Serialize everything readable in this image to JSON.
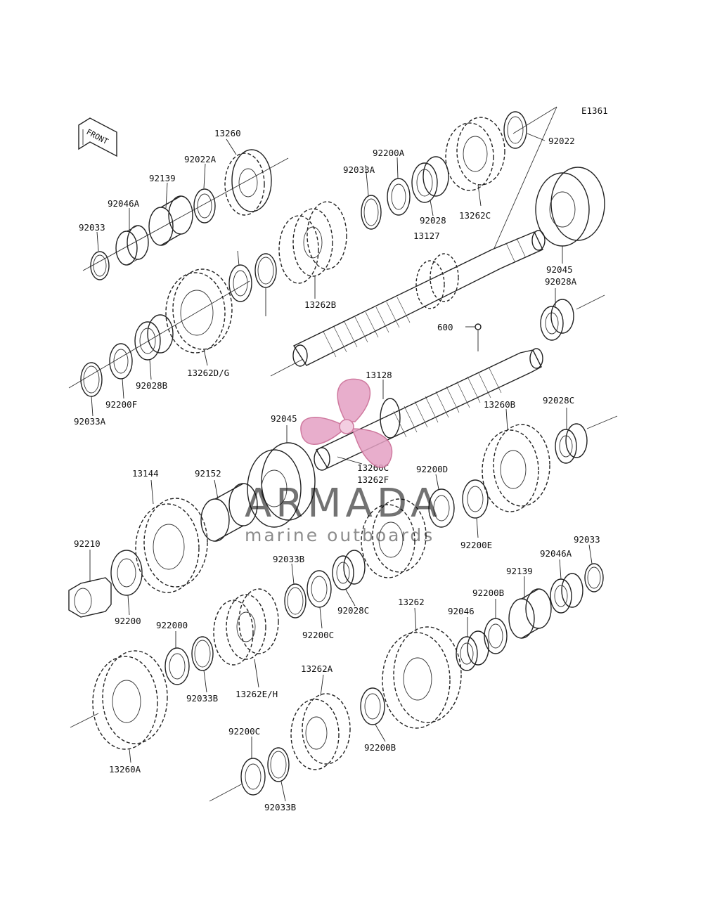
{
  "diagram_code": "E1361",
  "front_badge": "FRONT",
  "watermark": {
    "brand": "ARMADA",
    "tagline": "marine outboards",
    "accent": "#e4a1c4"
  },
  "parts": [
    "13260",
    "92022A",
    "92139",
    "92046A",
    "92033",
    "92200A",
    "92033A",
    "92028",
    "13127",
    "13262C",
    "92022",
    "13262B",
    "92045",
    "92028A",
    "600",
    "13262D/G",
    "92028B",
    "92200F",
    "92033A",
    "13128",
    "92045",
    "13260C",
    "13262F",
    "13260B",
    "92028C",
    "13144",
    "92152",
    "92200D",
    "92200E",
    "92210",
    "92200",
    "92033B",
    "92200C",
    "92028C",
    "92033",
    "92046A",
    "92139",
    "92200B",
    "92046",
    "13262",
    "922000",
    "13262E/H",
    "92033B",
    "13262A",
    "92200C",
    "92200B",
    "13260A",
    "92033B"
  ]
}
